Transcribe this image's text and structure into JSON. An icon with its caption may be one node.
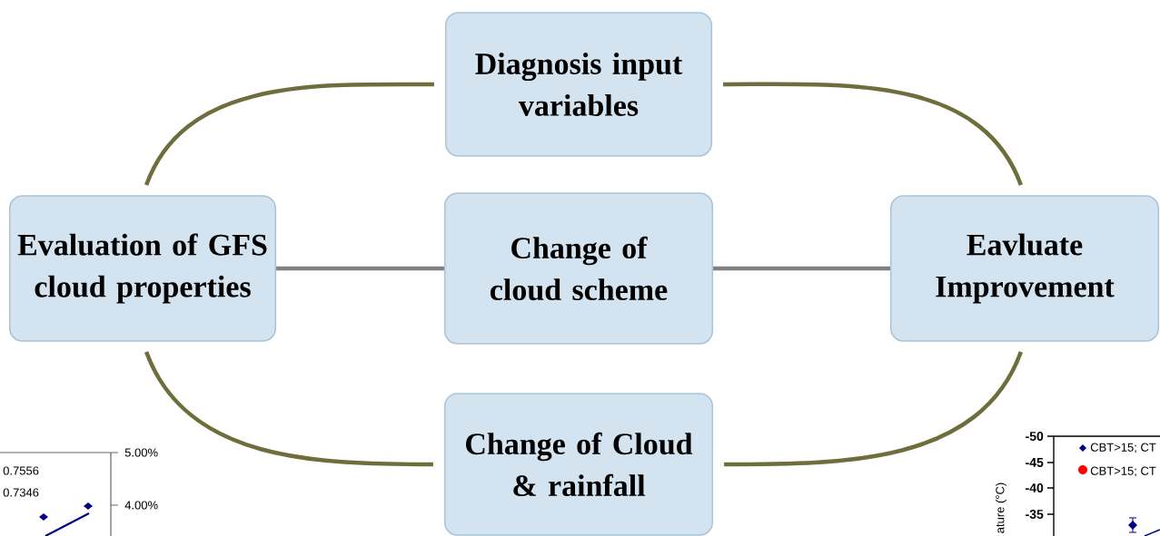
{
  "diagram": {
    "nodes": [
      {
        "text": [
          "Diagnosis input variables"
        ]
      },
      {
        "text": [
          "Evaluation of GFS cloud properties"
        ]
      },
      {
        "text": [
          "Change of cloud scheme"
        ]
      },
      {
        "text": [
          "Eavluate Improvement"
        ]
      },
      {
        "text": [
          "Change of Cloud & rainfall"
        ]
      }
    ],
    "edges": [
      {
        "from": 1,
        "to": 2,
        "arrow": "none"
      },
      {
        "from": 2,
        "to": 3,
        "arrow": "none"
      },
      {
        "from": 1,
        "to": 0,
        "arrow": "none",
        "color": "#6e6e3c"
      },
      {
        "from": 0,
        "to": 3,
        "arrow": "none",
        "color": "#6e6e3c"
      },
      {
        "from": 3,
        "to": 4,
        "arrow": "none",
        "color": "#6e6e3c"
      },
      {
        "from": 4,
        "to": 1,
        "arrow": "none",
        "color": "#6e6e3c"
      }
    ],
    "labels": [
      "0.7556",
      "0.7346",
      "5.00%",
      "4.00%",
      "-50",
      "-45",
      "-40",
      "-35",
      "CBT>15; CT",
      "CBT>15; CT",
      "ature (°C)"
    ]
  }
}
